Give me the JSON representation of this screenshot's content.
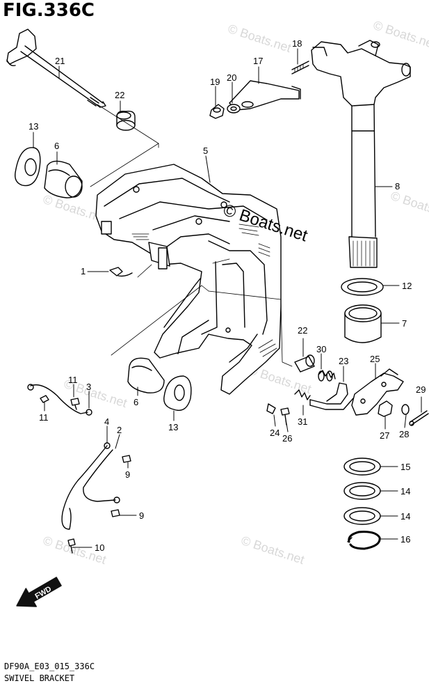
{
  "figure": {
    "title": "FIG.336C",
    "code": "DF90A_E03_015_336C",
    "caption": "SWIVEL BRACKET"
  },
  "watermark": {
    "main": "© Boats.net",
    "faint": "© Boats.net"
  },
  "fwd_label": "FWD",
  "callouts": [
    "21",
    "13",
    "6",
    "22",
    "5",
    "1",
    "17",
    "18",
    "20",
    "19",
    "8",
    "12",
    "7",
    "22",
    "30",
    "23",
    "25",
    "29",
    "11",
    "3",
    "11",
    "6",
    "13",
    "4",
    "2",
    "9",
    "9",
    "10",
    "24",
    "26",
    "31",
    "27",
    "28",
    "15",
    "14",
    "14",
    "16"
  ]
}
